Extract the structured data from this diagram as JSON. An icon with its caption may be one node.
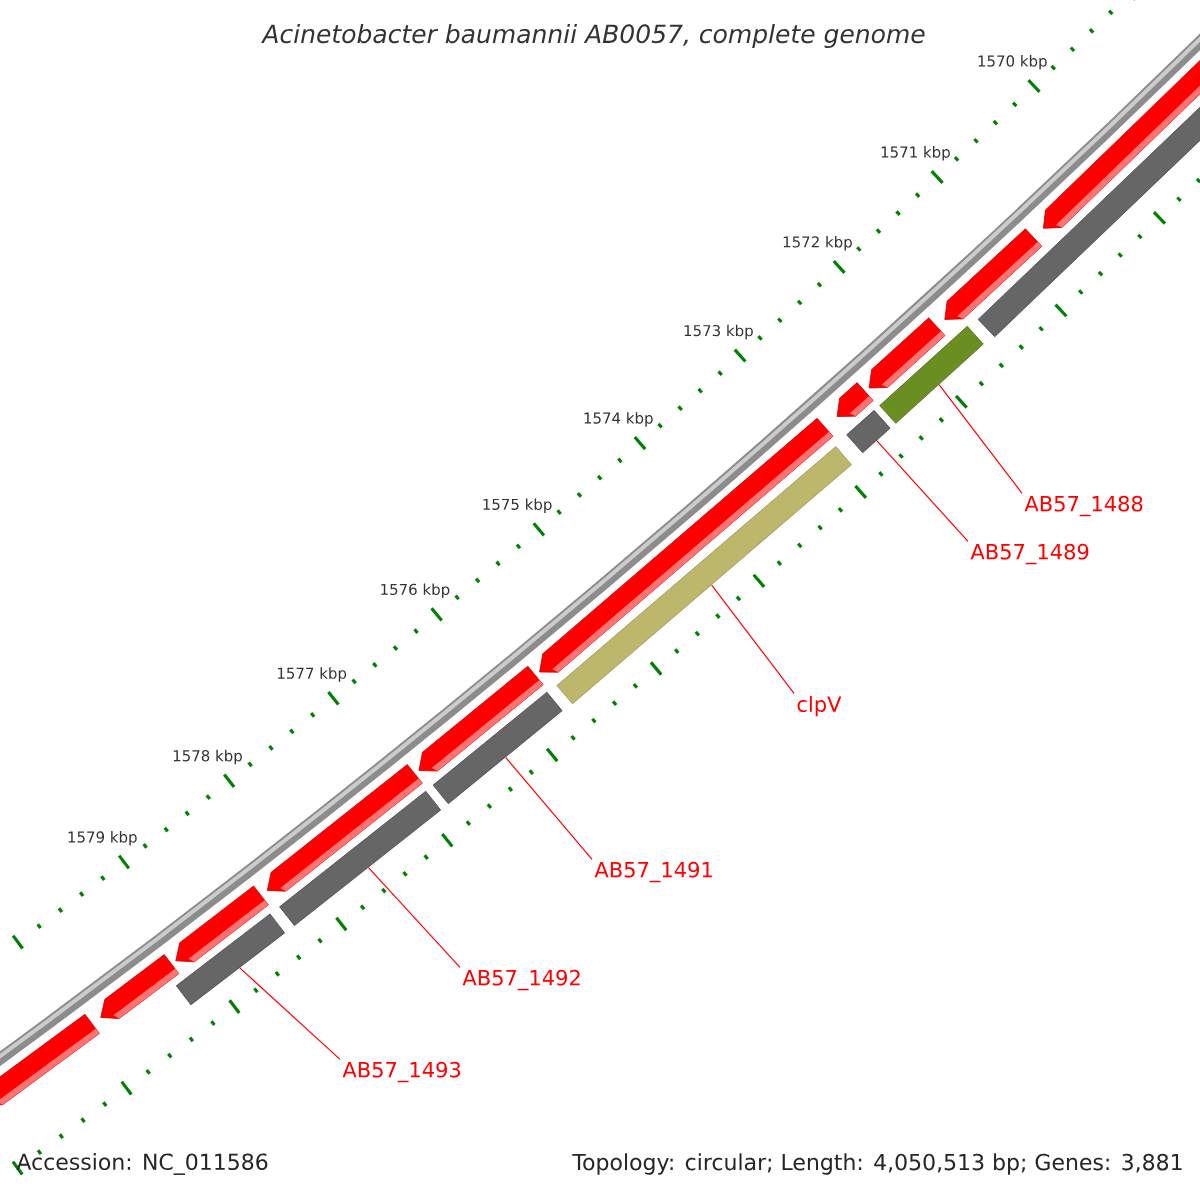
{
  "diagram": {
    "title": "Acinetobacter baumannii AB0057, complete genome",
    "nodes": [
      {
        "text": [
          "AB57_1488"
        ]
      },
      {
        "text": [
          "AB57_1489"
        ]
      },
      {
        "text": [
          "clpV"
        ]
      },
      {
        "text": [
          "AB57_1491"
        ]
      },
      {
        "text": [
          "AB57_1492"
        ]
      },
      {
        "text": [
          "AB57_1493"
        ]
      },
      {
        "text": [],
        "shape": "bar"
      },
      {
        "text": [],
        "shape": "bar"
      },
      {
        "text": [],
        "shape": "bar"
      },
      {
        "text": [],
        "shape": "bar"
      },
      {
        "text": [],
        "shape": "bar"
      },
      {
        "text": [],
        "shape": "bar"
      },
      {
        "text": [],
        "shape": "bar"
      }
    ],
    "edges": [
      {
        "from": 0,
        "to": 7,
        "arrow": "none"
      },
      {
        "from": 1,
        "to": 8,
        "arrow": "none"
      },
      {
        "from": 2,
        "to": 9,
        "arrow": "none"
      },
      {
        "from": 3,
        "to": 10,
        "arrow": "none"
      },
      {
        "from": 4,
        "to": 11,
        "arrow": "none"
      },
      {
        "from": 5,
        "to": 12,
        "arrow": "none"
      }
    ],
    "labels": [
      "1570 kbp",
      "1571 kbp",
      "1572 kbp",
      "1573 kbp",
      "1574 kbp",
      "1575 kbp",
      "1576 kbp",
      "1577 kbp",
      "1578 kbp",
      "1579 kbp",
      "Accession: NC_011586",
      "Topology: circular; Length: 4,050,513 bp; Genes: 3,881"
    ]
  }
}
